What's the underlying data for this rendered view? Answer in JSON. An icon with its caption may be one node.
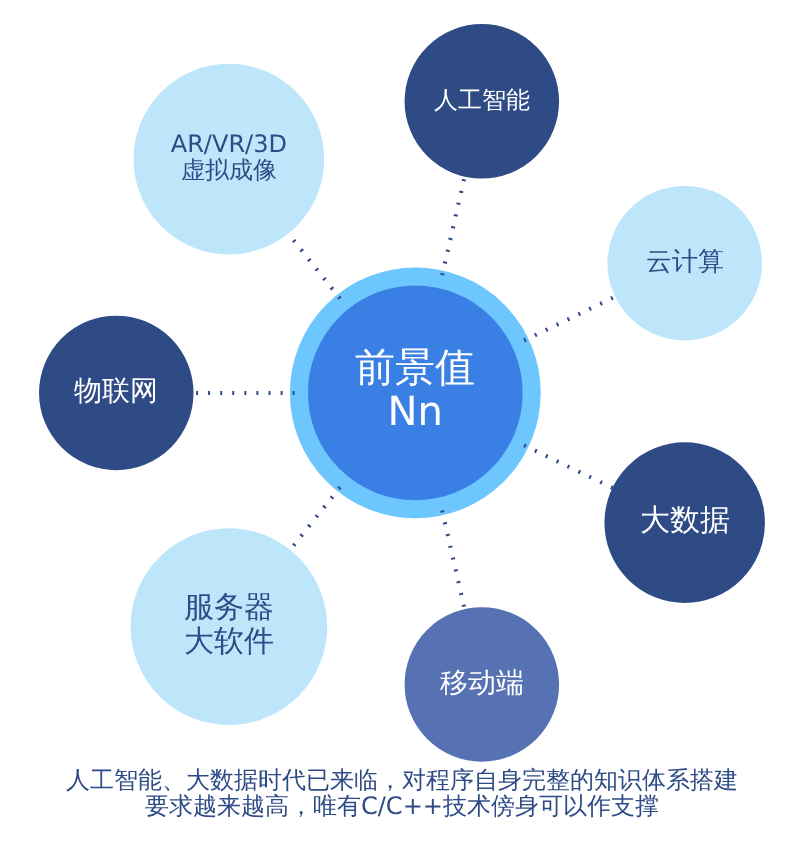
{
  "diagram": {
    "caption": "人工智能、大数据时代已来临，对程序自身完整的知识体系搭建要求越来越高，唯有C/C++技术傍身可以作支撑",
    "nodes": [
      {
        "text": [
          "前景值",
          "Nn"
        ]
      },
      {
        "text": [
          "人工智能"
        ]
      },
      {
        "text": [
          "云计算"
        ]
      },
      {
        "text": [
          "大数据"
        ]
      },
      {
        "text": [
          "移动端"
        ]
      },
      {
        "text": [
          "服务器大软件"
        ]
      },
      {
        "text": [
          "物联网"
        ]
      },
      {
        "text": [
          "AR/VR/3D 虚拟成像"
        ]
      }
    ],
    "edges": [
      {
        "from": 0,
        "to": 1,
        "arrow": "none"
      },
      {
        "from": 0,
        "to": 2,
        "arrow": "none"
      },
      {
        "from": 0,
        "to": 3,
        "arrow": "none"
      },
      {
        "from": 0,
        "to": 4,
        "arrow": "none"
      },
      {
        "from": 0,
        "to": 5,
        "arrow": "none"
      },
      {
        "from": 0,
        "to": 6,
        "arrow": "none"
      },
      {
        "from": 0,
        "to": 7,
        "arrow": "none"
      }
    ]
  }
}
